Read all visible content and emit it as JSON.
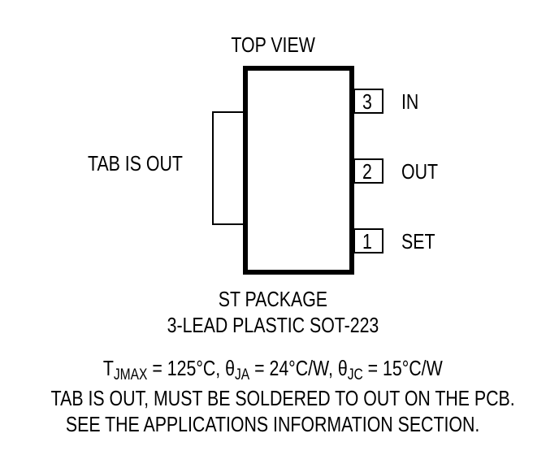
{
  "diagram": {
    "view_label": "TOP VIEW",
    "tab_label": "TAB IS OUT",
    "pins": [
      {
        "number": "3",
        "name": "IN"
      },
      {
        "number": "2",
        "name": "OUT"
      },
      {
        "number": "1",
        "name": "SET"
      }
    ],
    "package": {
      "line1": "ST PACKAGE",
      "line2": "3-LEAD PLASTIC SOT-223"
    },
    "notes": {
      "thermal": {
        "t_symbol": "T",
        "t_sub": "JMAX",
        "t_value": " = 125°C, ",
        "ja_symbol": "θ",
        "ja_sub": "JA",
        "ja_value": " = 24°C/W, ",
        "jc_symbol": "θ",
        "jc_sub": "JC",
        "jc_value": " = 15°C/W"
      },
      "line2": "TAB IS OUT, MUST BE SOLDERED TO OUT ON THE PCB.",
      "line3": "SEE THE APPLICATIONS INFORMATION SECTION."
    }
  }
}
